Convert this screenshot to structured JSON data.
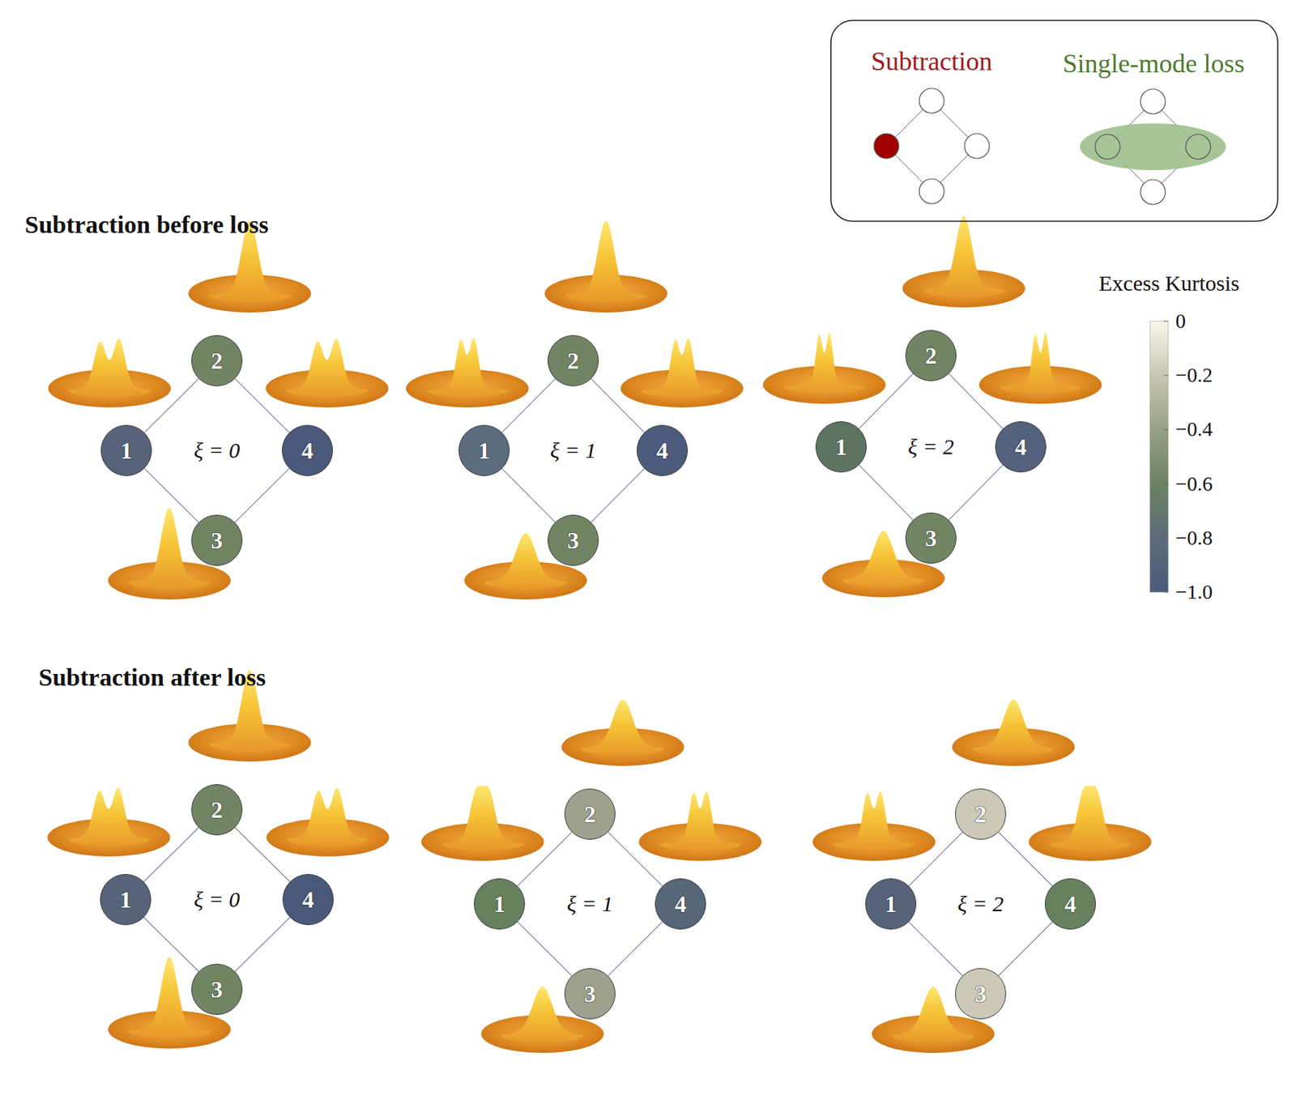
{
  "diagram": {
    "nodes": [
      {
        "text": [
          "1"
        ]
      },
      {
        "text": [
          "2"
        ]
      },
      {
        "text": [
          "3"
        ]
      },
      {
        "text": [
          "4"
        ]
      },
      {
        "text": [
          "1"
        ]
      },
      {
        "text": [
          "2"
        ]
      },
      {
        "text": [
          "3"
        ]
      },
      {
        "text": [
          "4"
        ]
      },
      {
        "text": [
          "1"
        ]
      },
      {
        "text": [
          "2"
        ]
      },
      {
        "text": [
          "3"
        ]
      },
      {
        "text": [
          "4"
        ]
      },
      {
        "text": [
          "1"
        ]
      },
      {
        "text": [
          "2"
        ]
      },
      {
        "text": [
          "3"
        ]
      },
      {
        "text": [
          "4"
        ]
      },
      {
        "text": [
          "1"
        ]
      },
      {
        "text": [
          "2"
        ]
      },
      {
        "text": [
          "3"
        ]
      },
      {
        "text": [
          "4"
        ]
      },
      {
        "text": [
          "1"
        ]
      },
      {
        "text": [
          "2"
        ]
      },
      {
        "text": [
          "3"
        ]
      },
      {
        "text": [
          "4"
        ]
      }
    ],
    "edges": [
      {
        "from": 0,
        "to": 1,
        "arrow": "none"
      },
      {
        "from": 1,
        "to": 3,
        "arrow": "none"
      },
      {
        "from": 3,
        "to": 2,
        "arrow": "none"
      },
      {
        "from": 2,
        "to": 0,
        "arrow": "none"
      },
      {
        "from": 4,
        "to": 5,
        "arrow": "none"
      },
      {
        "from": 5,
        "to": 7,
        "arrow": "none"
      },
      {
        "from": 7,
        "to": 6,
        "arrow": "none"
      },
      {
        "from": 6,
        "to": 4,
        "arrow": "none"
      },
      {
        "from": 8,
        "to": 9,
        "arrow": "none"
      },
      {
        "from": 9,
        "to": 11,
        "arrow": "none"
      },
      {
        "from": 11,
        "to": 10,
        "arrow": "none"
      },
      {
        "from": 10,
        "to": 8,
        "arrow": "none"
      },
      {
        "from": 12,
        "to": 13,
        "arrow": "none"
      },
      {
        "from": 13,
        "to": 15,
        "arrow": "none"
      },
      {
        "from": 15,
        "to": 14,
        "arrow": "none"
      },
      {
        "from": 14,
        "to": 12,
        "arrow": "none"
      },
      {
        "from": 16,
        "to": 17,
        "arrow": "none"
      },
      {
        "from": 17,
        "to": 19,
        "arrow": "none"
      },
      {
        "from": 19,
        "to": 18,
        "arrow": "none"
      },
      {
        "from": 18,
        "to": 16,
        "arrow": "none"
      },
      {
        "from": 20,
        "to": 21,
        "arrow": "none"
      },
      {
        "from": 21,
        "to": 23,
        "arrow": "none"
      },
      {
        "from": 23,
        "to": 22,
        "arrow": "none"
      },
      {
        "from": 22,
        "to": 20,
        "arrow": "none"
      }
    ],
    "labels": [
      "Subtraction before loss",
      "ξ = 0",
      "ξ = 1",
      "ξ = 2",
      "Excess Kurtosis",
      "0",
      "−0.2",
      "−0.4",
      "−0.6",
      "−0.8",
      "−1.0",
      "Subtraction after loss",
      "ξ = 0",
      "ξ = 1",
      "ξ = 2"
    ],
    "legend": [
      {
        "text": "Subtraction",
        "color": "#a00000"
      },
      {
        "text": "Single-mode loss",
        "color": "#9dbf8c"
      }
    ]
  }
}
